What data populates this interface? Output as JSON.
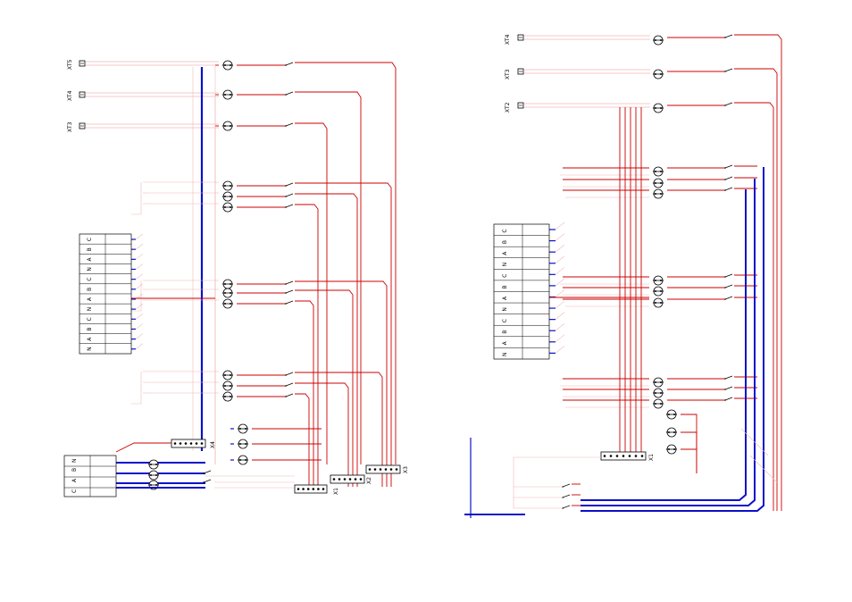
{
  "colors": {
    "phase": "#cc0000",
    "pink": "#f2b8b8",
    "neutral": "#0a10c8",
    "ink": "#000000"
  },
  "left": {
    "connectors": [
      "XT5",
      "XT4",
      "XT3"
    ],
    "bus_table": [
      "C",
      "B",
      "A",
      "N",
      "C",
      "B",
      "A",
      "N",
      "C",
      "B",
      "A",
      "N"
    ],
    "input_table": [
      "C",
      "A",
      "B",
      "N"
    ],
    "terminals": [
      "X4",
      "X1",
      "X2",
      "X3"
    ]
  },
  "right": {
    "connectors": [
      "XT4",
      "XT3",
      "XT2"
    ],
    "bus_table": [
      "C",
      "B",
      "A",
      "N",
      "C",
      "B",
      "A",
      "N",
      "C",
      "B",
      "A",
      "N"
    ],
    "terminals": [
      "X1"
    ]
  }
}
